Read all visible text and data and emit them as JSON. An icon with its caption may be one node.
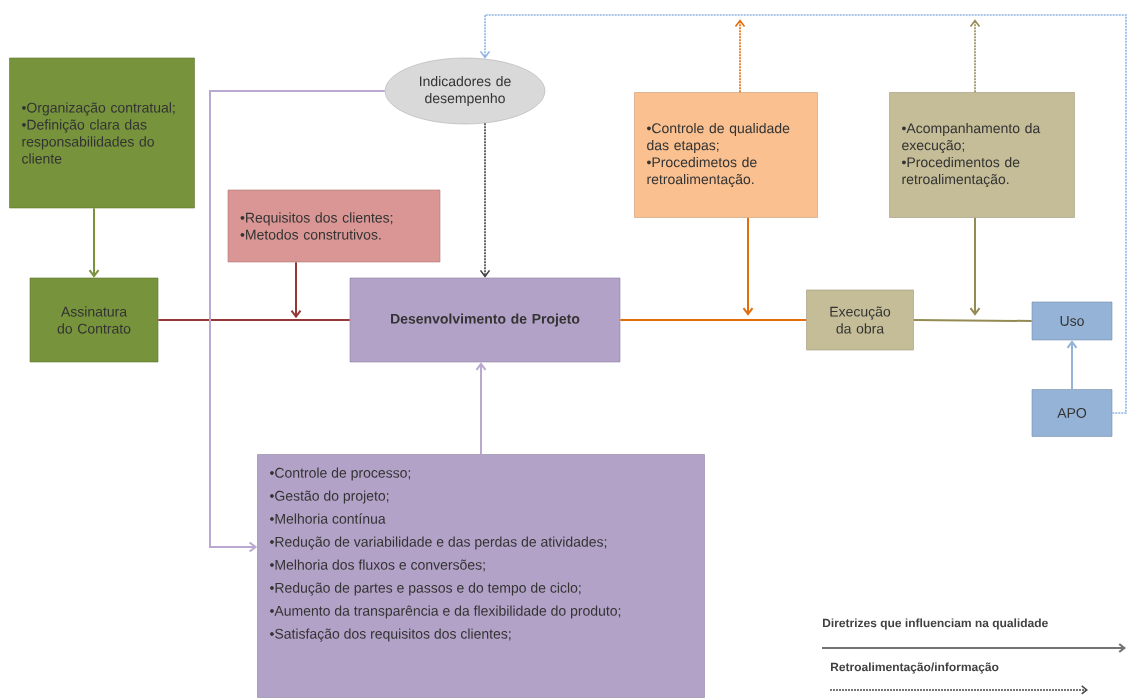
{
  "diagram": {
    "nodes": [
      {
        "text": [
          "•Organização contratual;",
          "•Definição clara das responsabilidades do cliente"
        ]
      },
      {
        "text": [
          "Assinatura do Contrato"
        ]
      },
      {
        "text": [
          "Indicadores de desempenho"
        ]
      },
      {
        "text": [
          "•Requisitos dos clientes;",
          "•Metodos construtivos."
        ]
      },
      {
        "text": [
          "Desenvolvimento de Projeto"
        ]
      },
      {
        "text": [
          "•Controle de qualidade das etapas;",
          "•Procedimetos de retroalimentação."
        ]
      },
      {
        "text": [
          "•Acompanhamento da execução;",
          "•Procedimentos de retroalimentação."
        ]
      },
      {
        "text": [
          "Execução da obra"
        ]
      },
      {
        "text": [
          "Uso"
        ]
      },
      {
        "text": [
          "APO"
        ]
      },
      {
        "text": [
          "•Controle de processo;",
          "•Gestão do projeto;",
          "•Melhoria contínua",
          "•Redução de variabilidade e das perdas de atividades;",
          "•Melhoria dos fluxos e conversões;",
          "•Redução de partes e passos e do tempo de ciclo;",
          "•Aumento da transparência e da flexibilidade do produto;",
          "•Satisfação dos requisitos dos clientes;"
        ]
      }
    ],
    "edges": [
      {
        "from": 0,
        "to": 1,
        "arrow": "to",
        "color": "#77933c"
      },
      {
        "from": 1,
        "to": 4,
        "arrow": "none",
        "color": "#953735"
      },
      {
        "from": 3,
        "to": 4,
        "arrow": "to",
        "color": "#953735"
      },
      {
        "from": 2,
        "to": 4,
        "arrow": "to",
        "style": "dashed",
        "color": "#404040"
      },
      {
        "from": 2,
        "to": 10,
        "arrow": "to",
        "color": "#b9a9d0"
      },
      {
        "from": 10,
        "to": 4,
        "arrow": "to",
        "color": "#b9a9d0"
      },
      {
        "from": 4,
        "to": 7,
        "arrow": "none",
        "color": "#e46c0a"
      },
      {
        "from": 5,
        "to": 7,
        "arrow": "to",
        "color": "#e46c0a"
      },
      {
        "from": 7,
        "to": 8,
        "arrow": "none",
        "color": "#948a54"
      },
      {
        "from": 6,
        "to": 8,
        "arrow": "to",
        "color": "#948a54"
      },
      {
        "from": 9,
        "to": 8,
        "arrow": "to",
        "color": "#95b3d7"
      },
      {
        "from": 9,
        "to": 2,
        "arrow": "to",
        "style": "dashed",
        "color": "#8eb4e3"
      },
      {
        "from": 5,
        "to": null,
        "arrow": "to",
        "style": "dashed",
        "color": "#e46c0a"
      },
      {
        "from": 6,
        "to": null,
        "arrow": "to",
        "style": "dashed",
        "color": "#948a54"
      }
    ],
    "legend": [
      {
        "text": "Diretrizes que influenciam na qualidade"
      },
      {
        "text": "Retroalimentação/informação"
      }
    ]
  }
}
